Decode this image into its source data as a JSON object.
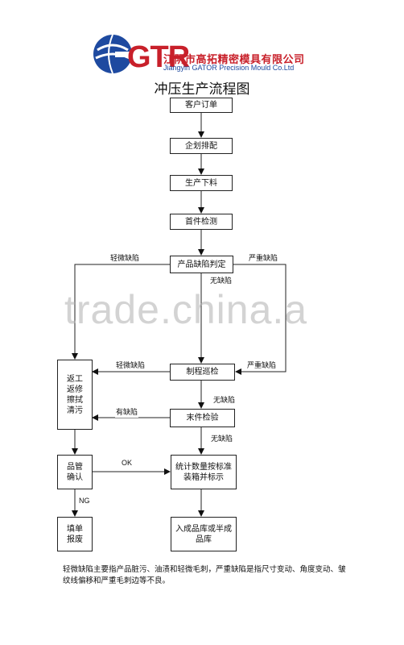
{
  "header": {
    "logo_text": "GTR",
    "company_cn": "江阴市高拓精密模具有限公司",
    "company_en": "Jiangyin GATOR Precision Mould Co.Ltd"
  },
  "title": "冲压生产流程图",
  "nodes": {
    "order": "客户订单",
    "planning": "企划排配",
    "material": "生产下料",
    "first_check": "首件检测",
    "defect_judge": "产品缺陷判定",
    "process_check": "制程巡检",
    "final_check": "末件检验",
    "count_pack": "统计数量按标准\n装箱并标示",
    "warehouse": "入成品库或半成\n品库",
    "rework": "返工\n返修\n擦拭\n清污",
    "qc_confirm": "品管\n确认",
    "report_scrap": "填单\n报废"
  },
  "edge_labels": {
    "minor_1": "轻微缺陷",
    "severe_1": "严重缺陷",
    "none_1": "无缺陷",
    "minor_2": "轻微缺陷",
    "severe_2": "严重缺陷",
    "none_2": "无缺陷",
    "has_defect": "有缺陷",
    "none_3": "无缺陷",
    "ok": "OK",
    "ng": "NG"
  },
  "watermark": "trade.china.a",
  "footnote": "轻微缺陷主要指产品脏污、油渍和轻微毛刺，严重缺陷是指尺寸变动、角度变动、皱纹线偏移和严重毛刺边等不良。",
  "colors": {
    "brand_red": "#c8202a",
    "brand_blue": "#1e4aa0"
  }
}
